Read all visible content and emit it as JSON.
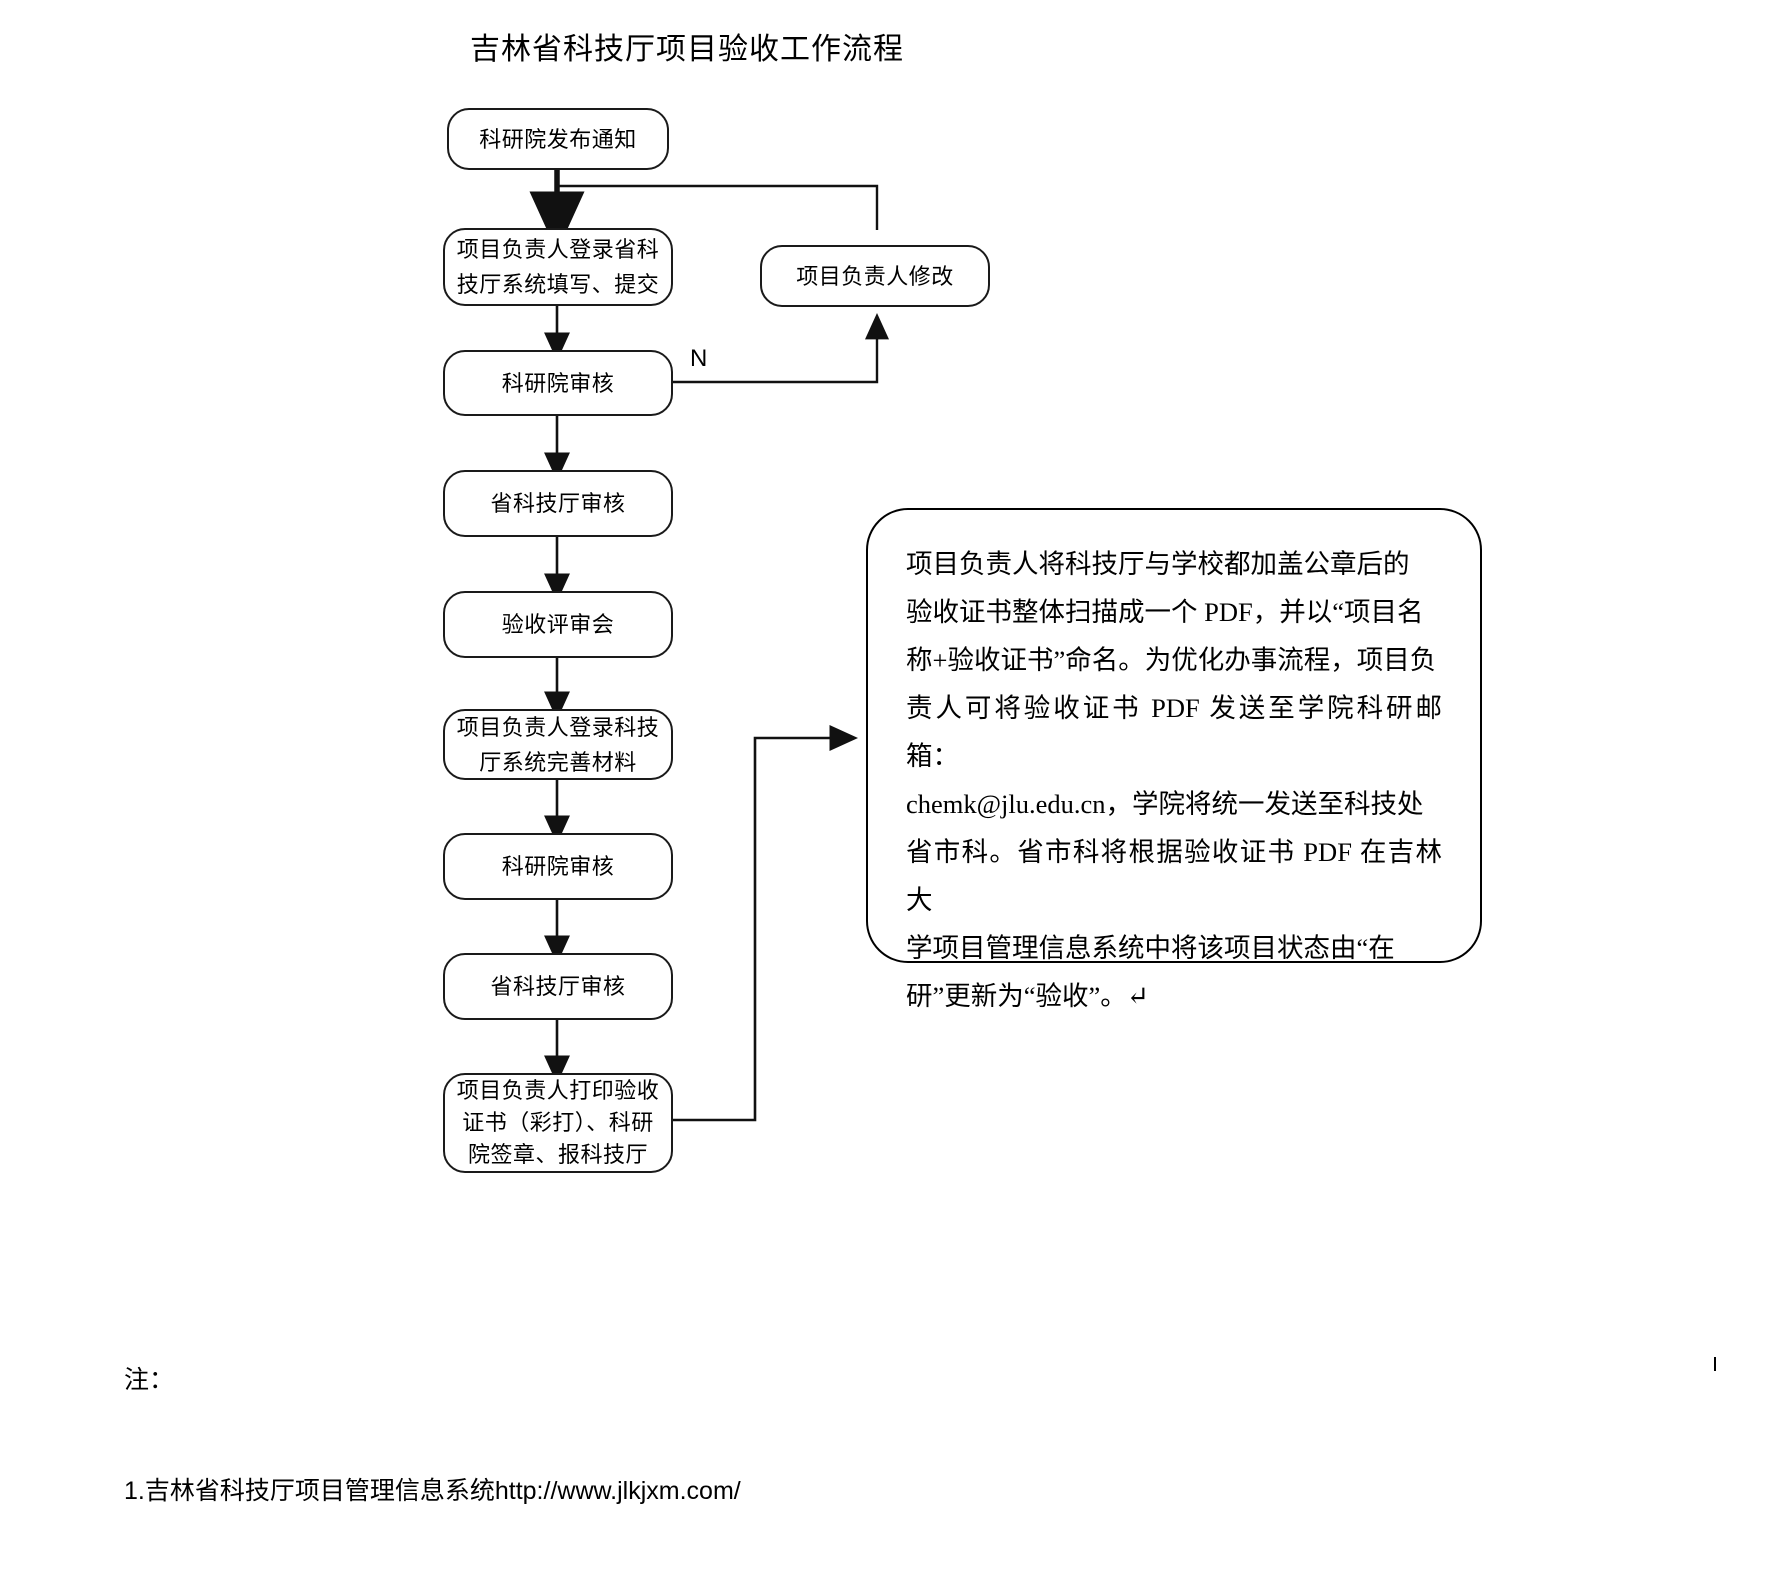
{
  "page": {
    "title": "吉林省科技厅项目验收工作流程",
    "background": "#ffffff",
    "stroke_color": "#1a1a1a"
  },
  "flow": {
    "nodes": [
      {
        "id": "n1",
        "label": "科研院发布通知"
      },
      {
        "id": "n2",
        "label": "项目负责人登录省科技厅系统填写、提交"
      },
      {
        "id": "n3",
        "label": "科研院审核"
      },
      {
        "id": "n4",
        "label": "省科技厅审核"
      },
      {
        "id": "n5",
        "label": "验收评审会"
      },
      {
        "id": "n6",
        "label": "项目负责人登录科技厅系统完善材料"
      },
      {
        "id": "n7",
        "label": "科研院审核"
      },
      {
        "id": "n8",
        "label": "省科技厅审核"
      },
      {
        "id": "n9",
        "label": "项目负责人打印验收证书（彩打）、科研院签章、报科技厅"
      },
      {
        "id": "nr",
        "label": "项目负责人修改"
      }
    ],
    "node_lines": {
      "n2": [
        "项目负责人登录省科",
        "技厅系统填写、提交"
      ],
      "n6": [
        "项目负责人登录科技",
        "厅系统完善材料"
      ],
      "n9": [
        "项目负责人打印验收",
        "证书（彩打）、科研",
        "院签章、报科技厅"
      ]
    },
    "branch_label_no": "N"
  },
  "callout": {
    "paragraph": "项目负责人将科技厅与学校都加盖公章后的验收证书整体扫描成一个 PDF，并以“项目名称+验收证书”命名。为优化办事流程，项目负责人可将验收证书 PDF 发送至学院科研邮箱：chemk@jlu.edu.cn，学院将统一发送至科技处省市科。省市科将根据验收证书 PDF 在吉林大学项目管理信息系统中将该项目状态由“在研”更新为“验收”。",
    "email": "chemk@jlu.edu.cn",
    "pilcrow": "↵",
    "lines": [
      "项目负责人将科技厅与学校都加盖公章后的",
      "验收证书整体扫描成一个 PDF，并以“项目名",
      "称+验收证书”命名。为优化办事流程，项目负",
      "责人可将验收证书 PDF 发送至学院科研邮箱：",
      "chemk@jlu.edu.cn，学院将统一发送至科技处",
      "省市科。省市科将根据验收证书 PDF 在吉林大",
      "学项目管理信息系统中将该项目状态由“在",
      "研”更新为“验收”。↵"
    ]
  },
  "notes": {
    "heading": "注：",
    "items": [
      "1.吉林省科技厅项目管理信息系统http://www.jlkjxm.com/"
    ]
  }
}
